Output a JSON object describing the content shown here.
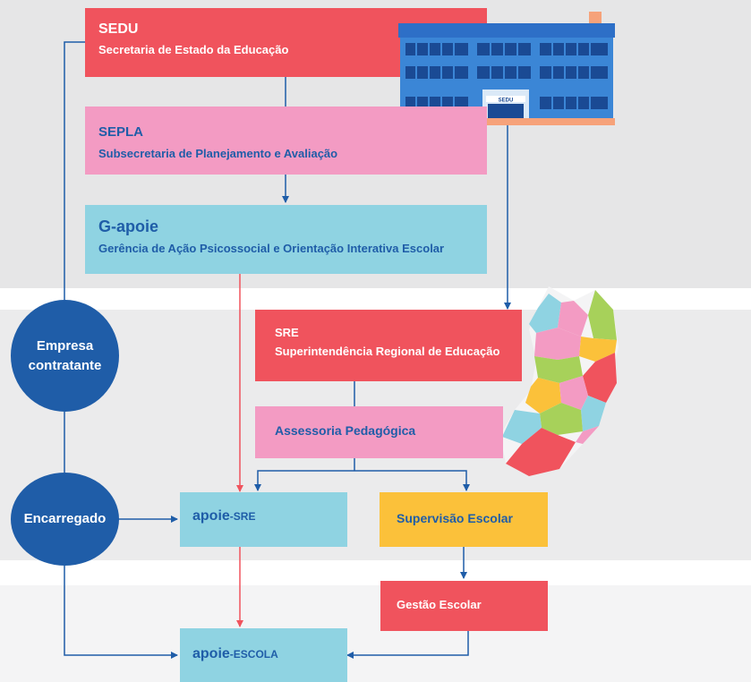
{
  "colors": {
    "band_top": "#e6e6e7",
    "band_mid": "#ebebec",
    "band_bot": "#f4f4f5",
    "red": "#f0535d",
    "pink": "#f39bc3",
    "light_blue": "#8fd3e2",
    "yellow": "#fbc13a",
    "blue": "#1f5da8"
  },
  "sedu": {
    "title": "SEDU",
    "subtitle": "Secretaria de Estado da Educação"
  },
  "sepla": {
    "title": "SEPLA",
    "subtitle": "Subsecretaria  de Planejamento e Avaliação"
  },
  "gapoie": {
    "logo": "G-apoie",
    "subtitle": "Gerência de Ação Psicossocial e Orientação Interativa Escolar"
  },
  "sre": {
    "title": "SRE",
    "subtitle": "Superintendência Regional de Educação"
  },
  "assessoria": {
    "label": "Assessoria Pedagógica"
  },
  "apoie_sre": {
    "logo": "apoie",
    "suffix": "-SRE"
  },
  "supervisao": {
    "label": "Supervisão Escolar"
  },
  "gestao": {
    "label": "Gestão Escolar"
  },
  "apoie_escola": {
    "logo": "apoie",
    "suffix": "-ESCOLA"
  },
  "empresa": {
    "line1": "Empresa",
    "line2": "contratante"
  },
  "encarregado": {
    "label": "Encarregado"
  },
  "building": {
    "sign": "SEDU"
  }
}
